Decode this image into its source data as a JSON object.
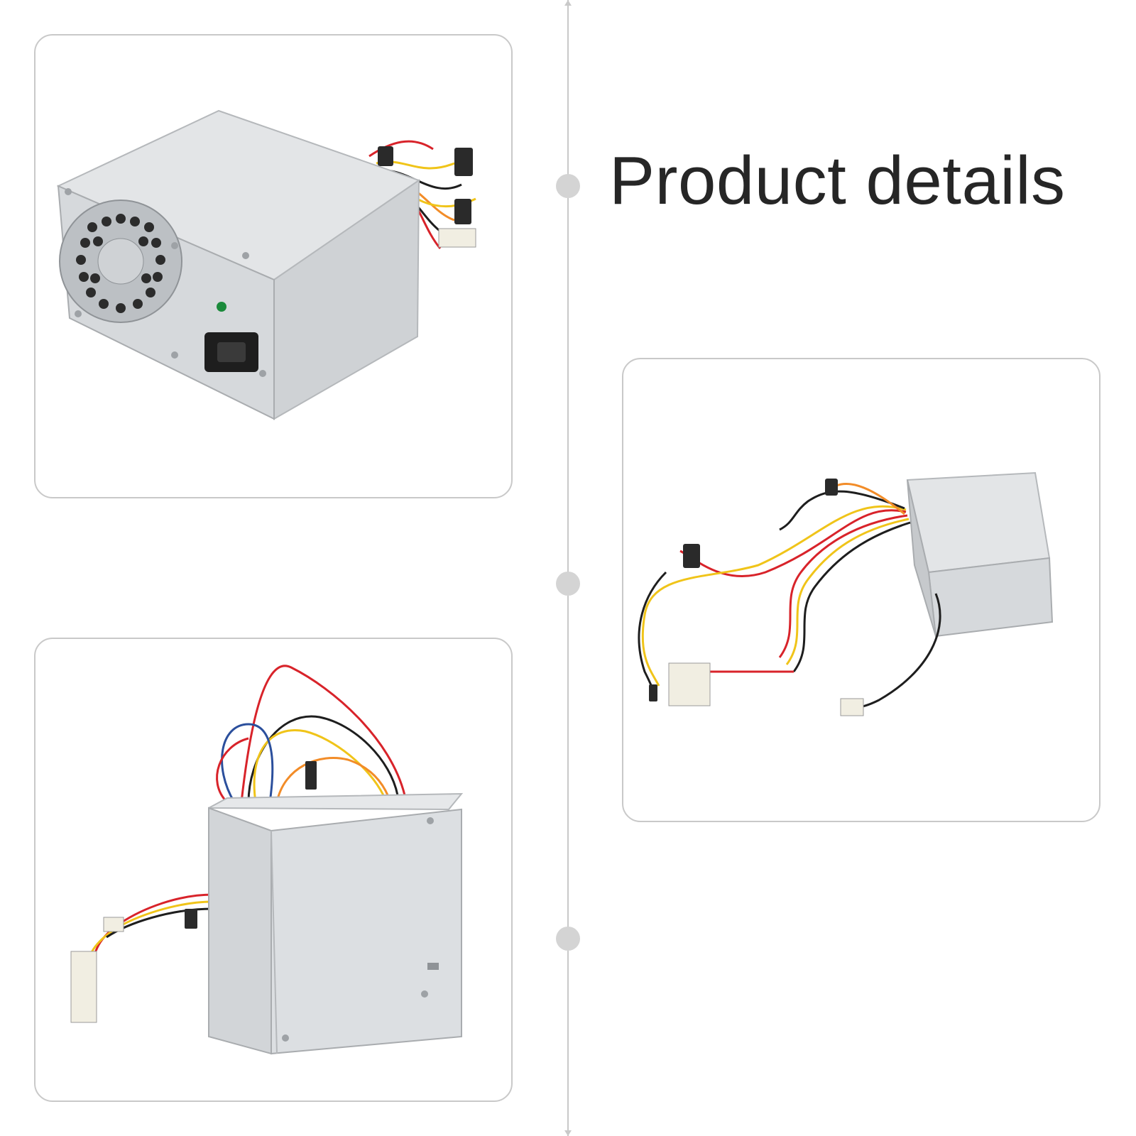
{
  "heading": {
    "text": "Product details"
  },
  "images": [
    {
      "subject": "power-supply-front-view"
    },
    {
      "subject": "power-supply-cables-extended"
    },
    {
      "subject": "power-supply-side-view"
    }
  ],
  "colors": {
    "panel_border": "#c9c9c9",
    "timeline": "#c9c9c9",
    "dot": "#d4d4d4",
    "heading": "#262626",
    "psu_case": "#d9dcdf",
    "wire_red": "#d8232a",
    "wire_yellow": "#f0c419",
    "wire_black": "#1e1e1e",
    "wire_orange": "#f28c28"
  }
}
